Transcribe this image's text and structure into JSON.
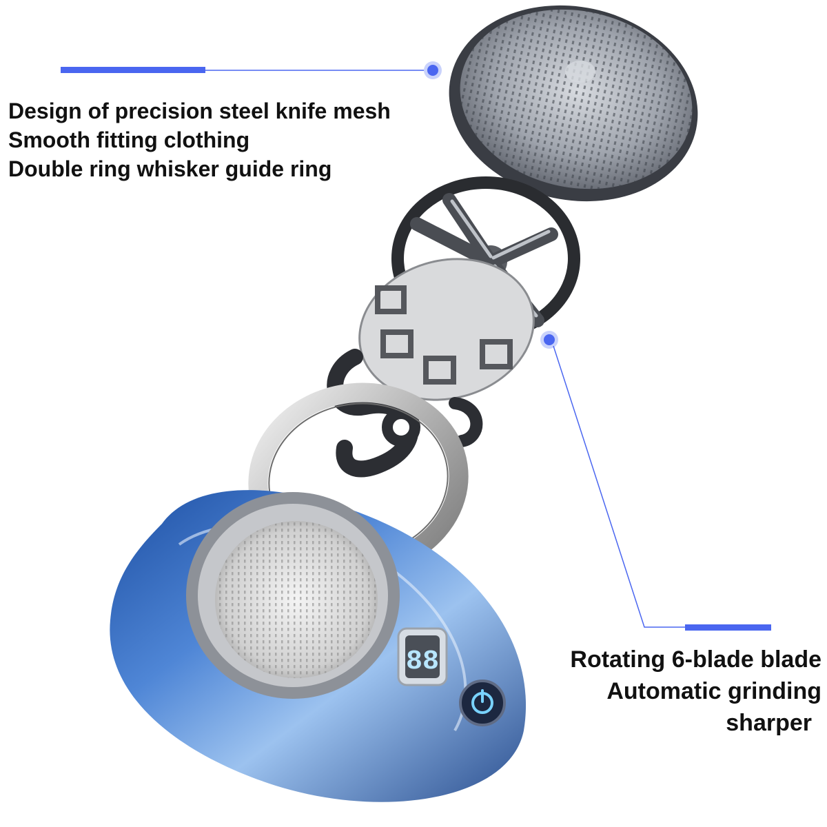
{
  "top_callout": {
    "lines": [
      "Design of precision steel knife mesh",
      "Smooth fitting clothing",
      "Double ring whisker guide ring"
    ]
  },
  "bottom_callout": {
    "lines": [
      "Rotating 6-blade blade",
      "Automatic grinding",
      "sharper"
    ]
  },
  "colors": {
    "accent_blue": "#4a66f0",
    "body_blue": "#2f63b8",
    "steel": "#8a8f98"
  },
  "icons": {
    "power": "power-icon",
    "display": "digital-display-icon"
  }
}
